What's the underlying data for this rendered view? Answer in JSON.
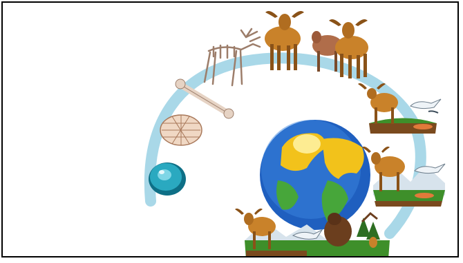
{
  "illustration": {
    "subject": "evolution-cycle",
    "colors": {
      "frame": "#000000",
      "arc": "#a9d8e8",
      "cell": "#2aa9c0",
      "cell_dark": "#0e6f86",
      "ocean": "#1f5fbf",
      "ocean_light": "#3b86e0",
      "land": "#f2c21b",
      "land_green": "#47a63a",
      "moose_body": "#c9822a",
      "moose_dark": "#8a5218",
      "bone": "#e6d3c4",
      "grass": "#3e8f2a",
      "soil": "#7a4a1e",
      "mountain": "#d7e3ec",
      "bear": "#6b3e1e"
    },
    "stages": [
      {
        "name": "single-cell",
        "icon": "cell-icon"
      },
      {
        "name": "mesh-organism",
        "icon": "mesh-icon"
      },
      {
        "name": "bone",
        "icon": "bone-icon"
      },
      {
        "name": "moose-skeleton",
        "icon": "skeleton-icon"
      },
      {
        "name": "moose",
        "icon": "moose-icon"
      },
      {
        "name": "moose-pair",
        "icon": "moose-pair-icon"
      },
      {
        "name": "moose-with-birds-habitat",
        "icon": "habitat-icon"
      },
      {
        "name": "moose-with-mountains-habitat",
        "icon": "habitat-icon"
      },
      {
        "name": "forest-ecosystem",
        "icon": "ecosystem-icon"
      }
    ]
  }
}
